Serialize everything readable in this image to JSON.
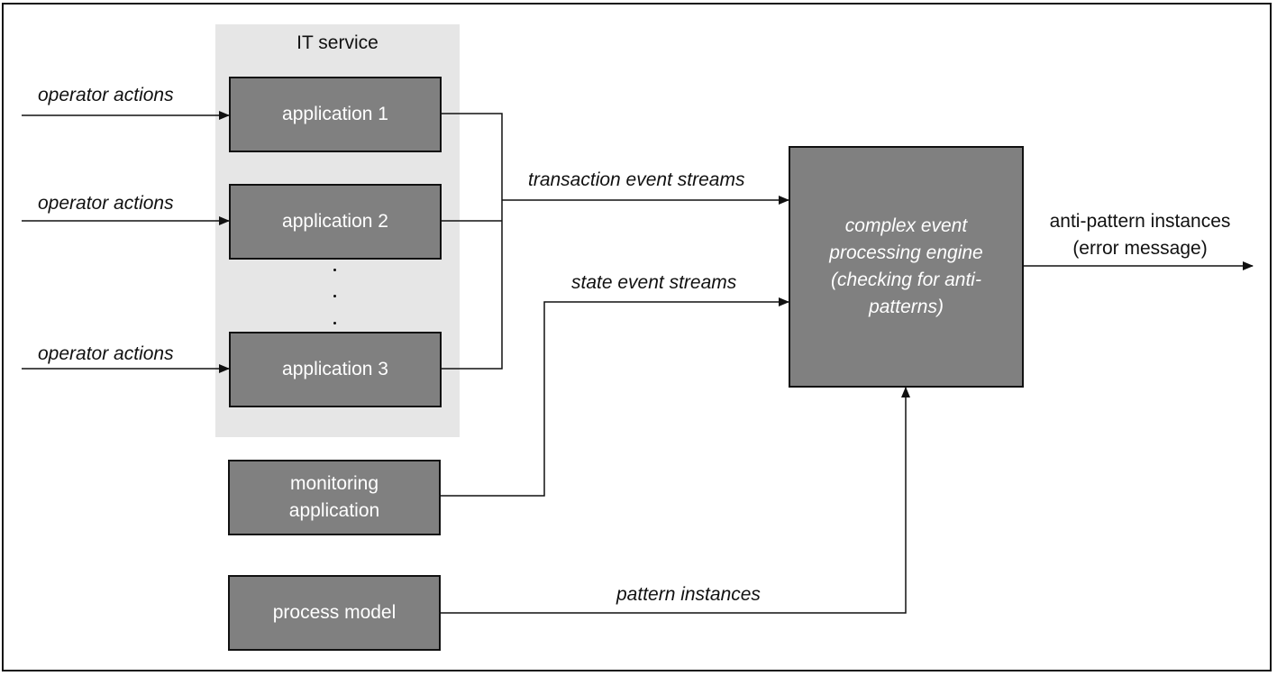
{
  "group": {
    "title": "IT service"
  },
  "inputs": {
    "operator_label": "operator actions"
  },
  "boxes": {
    "app1": "application 1",
    "app2": "application 2",
    "app3": "application 3",
    "monitoring_line1": "monitoring",
    "monitoring_line2": "application",
    "process_model": "process model",
    "engine_line1": "complex event",
    "engine_line2": "processing engine",
    "engine_line3": "(checking for anti-",
    "engine_line4": "patterns)"
  },
  "edges": {
    "transaction": "transaction event streams",
    "state": "state event streams",
    "pattern": "pattern instances"
  },
  "output": {
    "line1": "anti-pattern instances",
    "line2": "(error message)"
  },
  "colors": {
    "box_fill": "#808080",
    "group_fill": "#e6e6e6",
    "stroke": "#111111"
  }
}
